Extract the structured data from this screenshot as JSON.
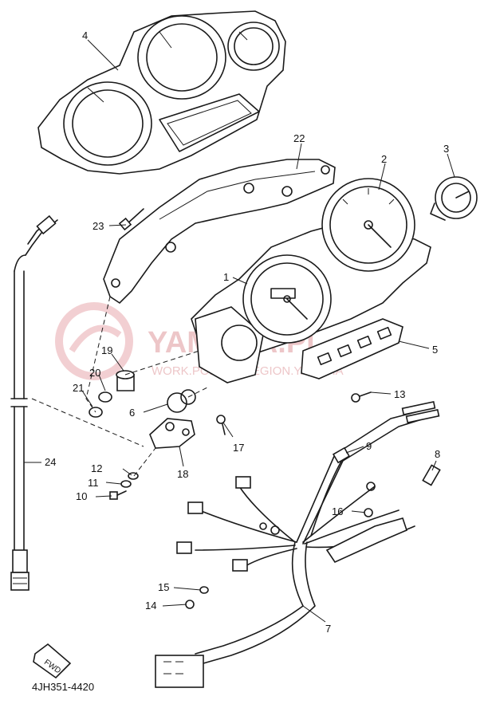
{
  "diagram": {
    "code": "4JH351-4420",
    "fwd_label": "FWD",
    "watermark_line1": "YAMAHA.PL",
    "watermark_line2": "WORK.POLSKA.REGION.YAMAHA",
    "callouts": [
      {
        "id": "c1",
        "label": "1"
      },
      {
        "id": "c2",
        "label": "2"
      },
      {
        "id": "c3",
        "label": "3"
      },
      {
        "id": "c4",
        "label": "4"
      },
      {
        "id": "c5",
        "label": "5"
      },
      {
        "id": "c6",
        "label": "6"
      },
      {
        "id": "c7",
        "label": "7"
      },
      {
        "id": "c8",
        "label": "8"
      },
      {
        "id": "c9",
        "label": "9"
      },
      {
        "id": "c10",
        "label": "10"
      },
      {
        "id": "c11",
        "label": "11"
      },
      {
        "id": "c12",
        "label": "12"
      },
      {
        "id": "c13",
        "label": "13"
      },
      {
        "id": "c14",
        "label": "14"
      },
      {
        "id": "c15",
        "label": "15"
      },
      {
        "id": "c16",
        "label": "16"
      },
      {
        "id": "c17",
        "label": "17"
      },
      {
        "id": "c18",
        "label": "18"
      },
      {
        "id": "c19",
        "label": "19"
      },
      {
        "id": "c20",
        "label": "20"
      },
      {
        "id": "c21",
        "label": "21"
      },
      {
        "id": "c22",
        "label": "22"
      },
      {
        "id": "c23",
        "label": "23"
      },
      {
        "id": "c24",
        "label": "24"
      }
    ]
  }
}
